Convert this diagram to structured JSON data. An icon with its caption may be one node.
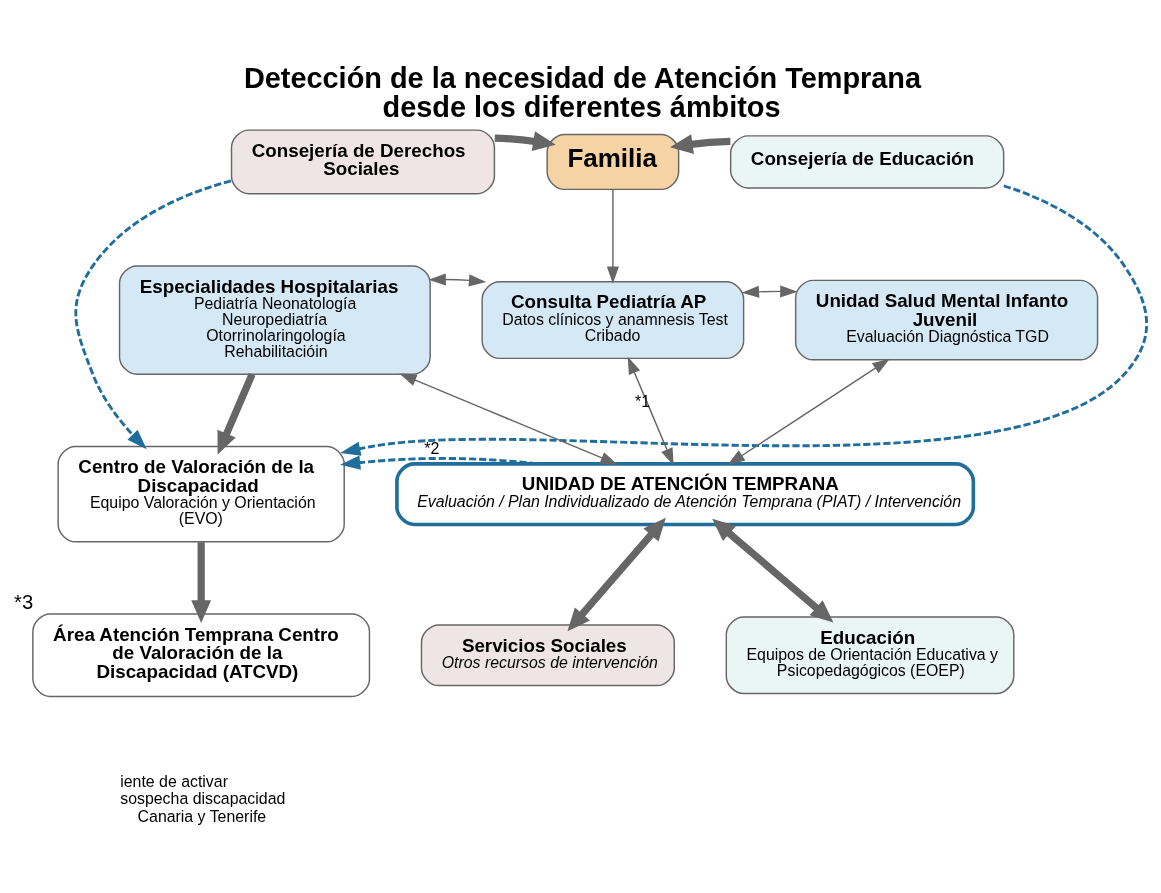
{
  "diagram": {
    "title": "Detección de la necesidad de Atención Temprana desde los diferentes ámbitos",
    "nodes": [
      {
        "text": [
          "Consejería de Derechos Sociales"
        ]
      },
      {
        "text": [
          "Familia"
        ]
      },
      {
        "text": [
          "Consejería de Educación"
        ]
      },
      {
        "text": [
          "Especialidades Hospitalarias",
          "Pediatría Neonatología Neuropediatría Otorrinolaringología Rehabilitacióin"
        ]
      },
      {
        "text": [
          "Consulta Pediatría AP",
          "Datos clínicos y anamnesis Test Cribado"
        ]
      },
      {
        "text": [
          "Unidad Salud Mental Infanto Juvenil",
          "Evaluación Diagnóstica TGD"
        ]
      },
      {
        "text": [
          "Centro de Valoración de la Discapacidad",
          "Equipo Valoración y Orientación (EVO)"
        ]
      },
      {
        "text": [
          "UNIDAD DE ATENCIÓN TEMPRANA",
          "Evaluación / Plan Individualizado de Atención Temprana (PIAT) / Intervención"
        ]
      },
      {
        "text": [
          "Área Atención Temprana Centro de Valoración de la Discapacidad (ATCVD)"
        ],
        "beside": [
          "*3"
        ]
      },
      {
        "text": [
          "Servicios Sociales",
          "Otros recursos de intervención"
        ]
      },
      {
        "text": [
          "Educación",
          "Equipos de Orientación Educativa y Psicopedagógicos (EOEP)"
        ]
      }
    ],
    "edges": [
      {
        "from": 0,
        "to": 1,
        "arrow": "to",
        "style": "thick"
      },
      {
        "from": 2,
        "to": 1,
        "arrow": "to",
        "style": "thick"
      },
      {
        "from": 1,
        "to": 4,
        "arrow": "to"
      },
      {
        "from": 3,
        "to": 4,
        "arrow": "both"
      },
      {
        "from": 5,
        "to": 4,
        "arrow": "both"
      },
      {
        "from": 3,
        "to": 6,
        "arrow": "to",
        "style": "thick"
      },
      {
        "from": 3,
        "to": 7,
        "arrow": "both"
      },
      {
        "from": 4,
        "to": 7,
        "arrow": "both",
        "label": "*1"
      },
      {
        "from": 5,
        "to": 7,
        "arrow": "both"
      },
      {
        "from": 7,
        "to": 6,
        "arrow": "to",
        "style": "dashed",
        "color": "#1f6e9c",
        "label": "*2"
      },
      {
        "from": 0,
        "to": 6,
        "arrow": "to",
        "style": "dashed",
        "color": "#1f6e9c"
      },
      {
        "from": 2,
        "to": 6,
        "arrow": "to",
        "style": "dashed",
        "color": "#1f6e9c"
      },
      {
        "from": 6,
        "to": 8,
        "arrow": "to",
        "style": "thick"
      },
      {
        "from": 7,
        "to": 9,
        "arrow": "both",
        "style": "thick"
      },
      {
        "from": 7,
        "to": 10,
        "arrow": "both",
        "style": "thick"
      }
    ],
    "labels": [
      "iente de activar",
      "sospecha discapacidad",
      "Canaria y Tenerife"
    ]
  }
}
